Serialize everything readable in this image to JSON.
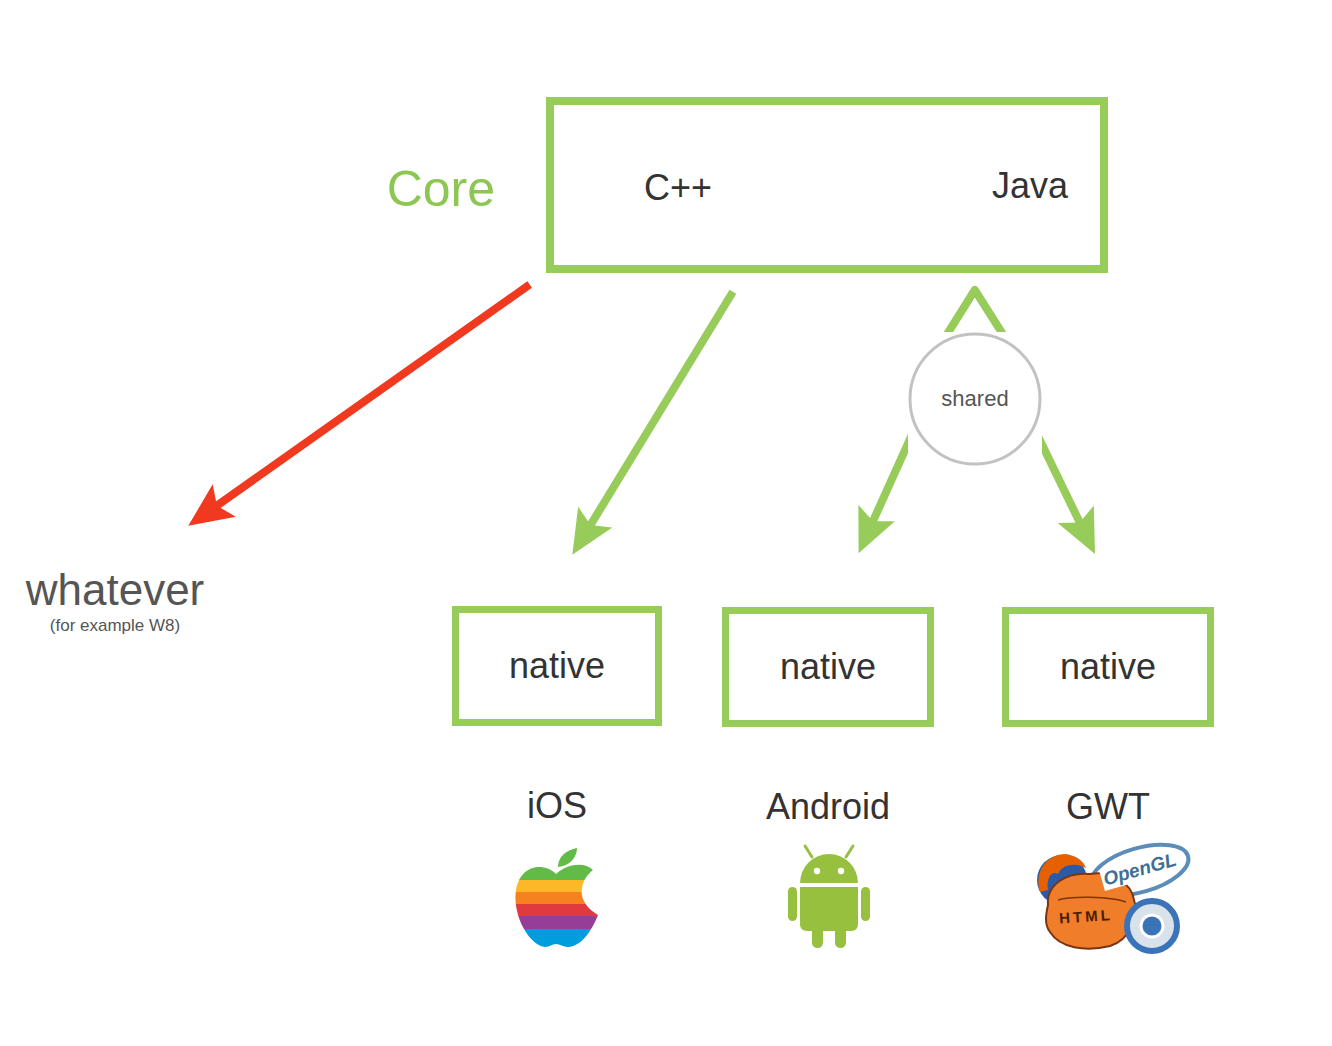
{
  "diagram": {
    "nodes": [
      {
        "text": [
          "Core"
        ]
      },
      {
        "text": [
          "C++"
        ],
        "in": 0
      },
      {
        "text": [
          "Java"
        ],
        "in": 0
      },
      {
        "text": [
          "shared"
        ]
      },
      {
        "text": [
          "whatever",
          "(for example W8)"
        ]
      },
      {
        "text": [
          "native",
          "iOS"
        ]
      },
      {
        "text": [
          "native",
          "Android"
        ]
      },
      {
        "text": [
          "native",
          "GWT"
        ]
      }
    ],
    "edges": [
      {
        "from": 1,
        "to": 2,
        "arrow": "to"
      },
      {
        "from": 0,
        "to": 4,
        "arrow": "to"
      },
      {
        "from": 0,
        "to": 5,
        "arrow": "to"
      },
      {
        "from": 0,
        "to": 3,
        "arrow": "none"
      },
      {
        "from": 3,
        "to": 6,
        "arrow": "to"
      },
      {
        "from": 3,
        "to": 7,
        "arrow": "to"
      }
    ],
    "labels": [
      "OpenGL",
      "HTML"
    ]
  }
}
